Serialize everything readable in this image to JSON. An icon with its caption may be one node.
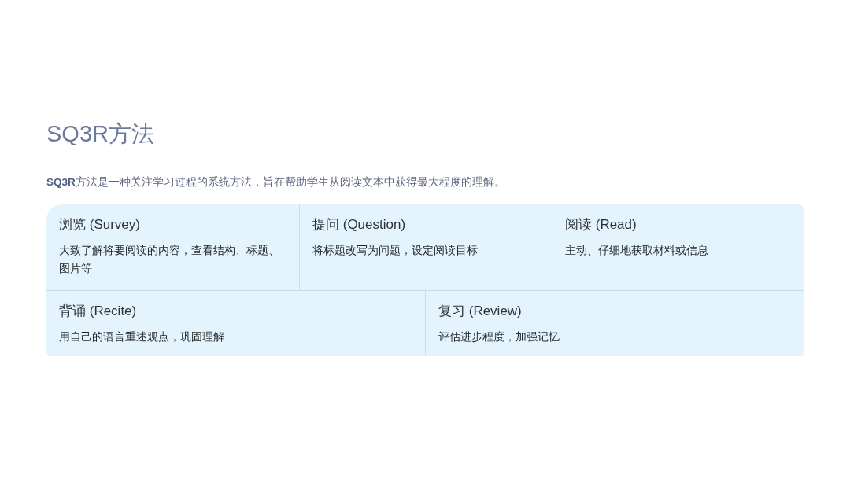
{
  "diagram": {
    "title": "SQ3R方法",
    "nodes": [
      {
        "text": [
          "浏览 (Survey)",
          "大致了解将要阅读的内容，查看结构、标题、图片等"
        ]
      },
      {
        "text": [
          "提问 (Question)",
          "将标题改写为问题，设定阅读目标"
        ]
      },
      {
        "text": [
          "阅读 (Read)",
          "主动、仔细地获取材料或信息"
        ]
      },
      {
        "text": [
          "背诵 (Recite)",
          "用自己的语言重述观点，巩固理解"
        ]
      },
      {
        "text": [
          "复习 (Review)",
          "评估进步程度，加强记忆"
        ]
      }
    ],
    "labels": [
      "**SQ3R**方法是一种关注学习过程的系统方法，旨在帮助学生从阅读文本中获得最大程度的理解。"
    ]
  }
}
